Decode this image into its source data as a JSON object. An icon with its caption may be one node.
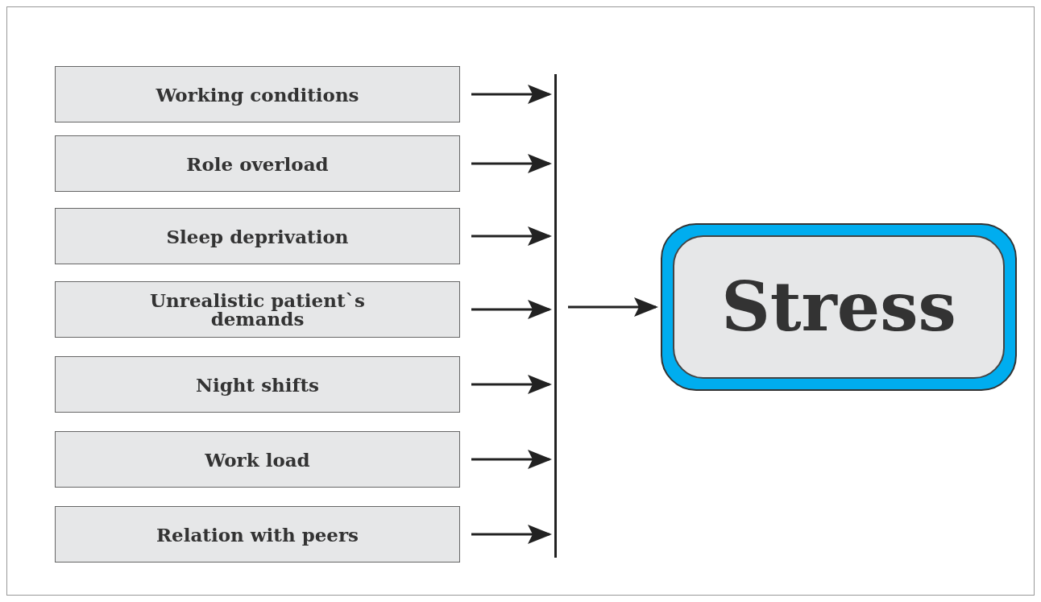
{
  "diagram": {
    "nodes": [
      {
        "text": [
          "Working conditions"
        ]
      },
      {
        "text": [
          "Role overload"
        ]
      },
      {
        "text": [
          "Sleep deprivation"
        ]
      },
      {
        "text": [
          "Unrealistic patient`s demands"
        ]
      },
      {
        "text": [
          "Night shifts"
        ]
      },
      {
        "text": [
          "Work load"
        ]
      },
      {
        "text": [
          "Relation with peers"
        ]
      },
      {
        "text": [],
        "shape": "bar"
      },
      {
        "text": [
          "Stress"
        ]
      }
    ],
    "edges": [
      {
        "from": 0,
        "to": 7,
        "arrow": "to"
      },
      {
        "from": 1,
        "to": 7,
        "arrow": "to"
      },
      {
        "from": 2,
        "to": 7,
        "arrow": "to"
      },
      {
        "from": 3,
        "to": 7,
        "arrow": "to"
      },
      {
        "from": 4,
        "to": 7,
        "arrow": "to"
      },
      {
        "from": 5,
        "to": 7,
        "arrow": "to"
      },
      {
        "from": 6,
        "to": 7,
        "arrow": "to"
      },
      {
        "from": 7,
        "to": 8,
        "arrow": "to"
      }
    ]
  }
}
